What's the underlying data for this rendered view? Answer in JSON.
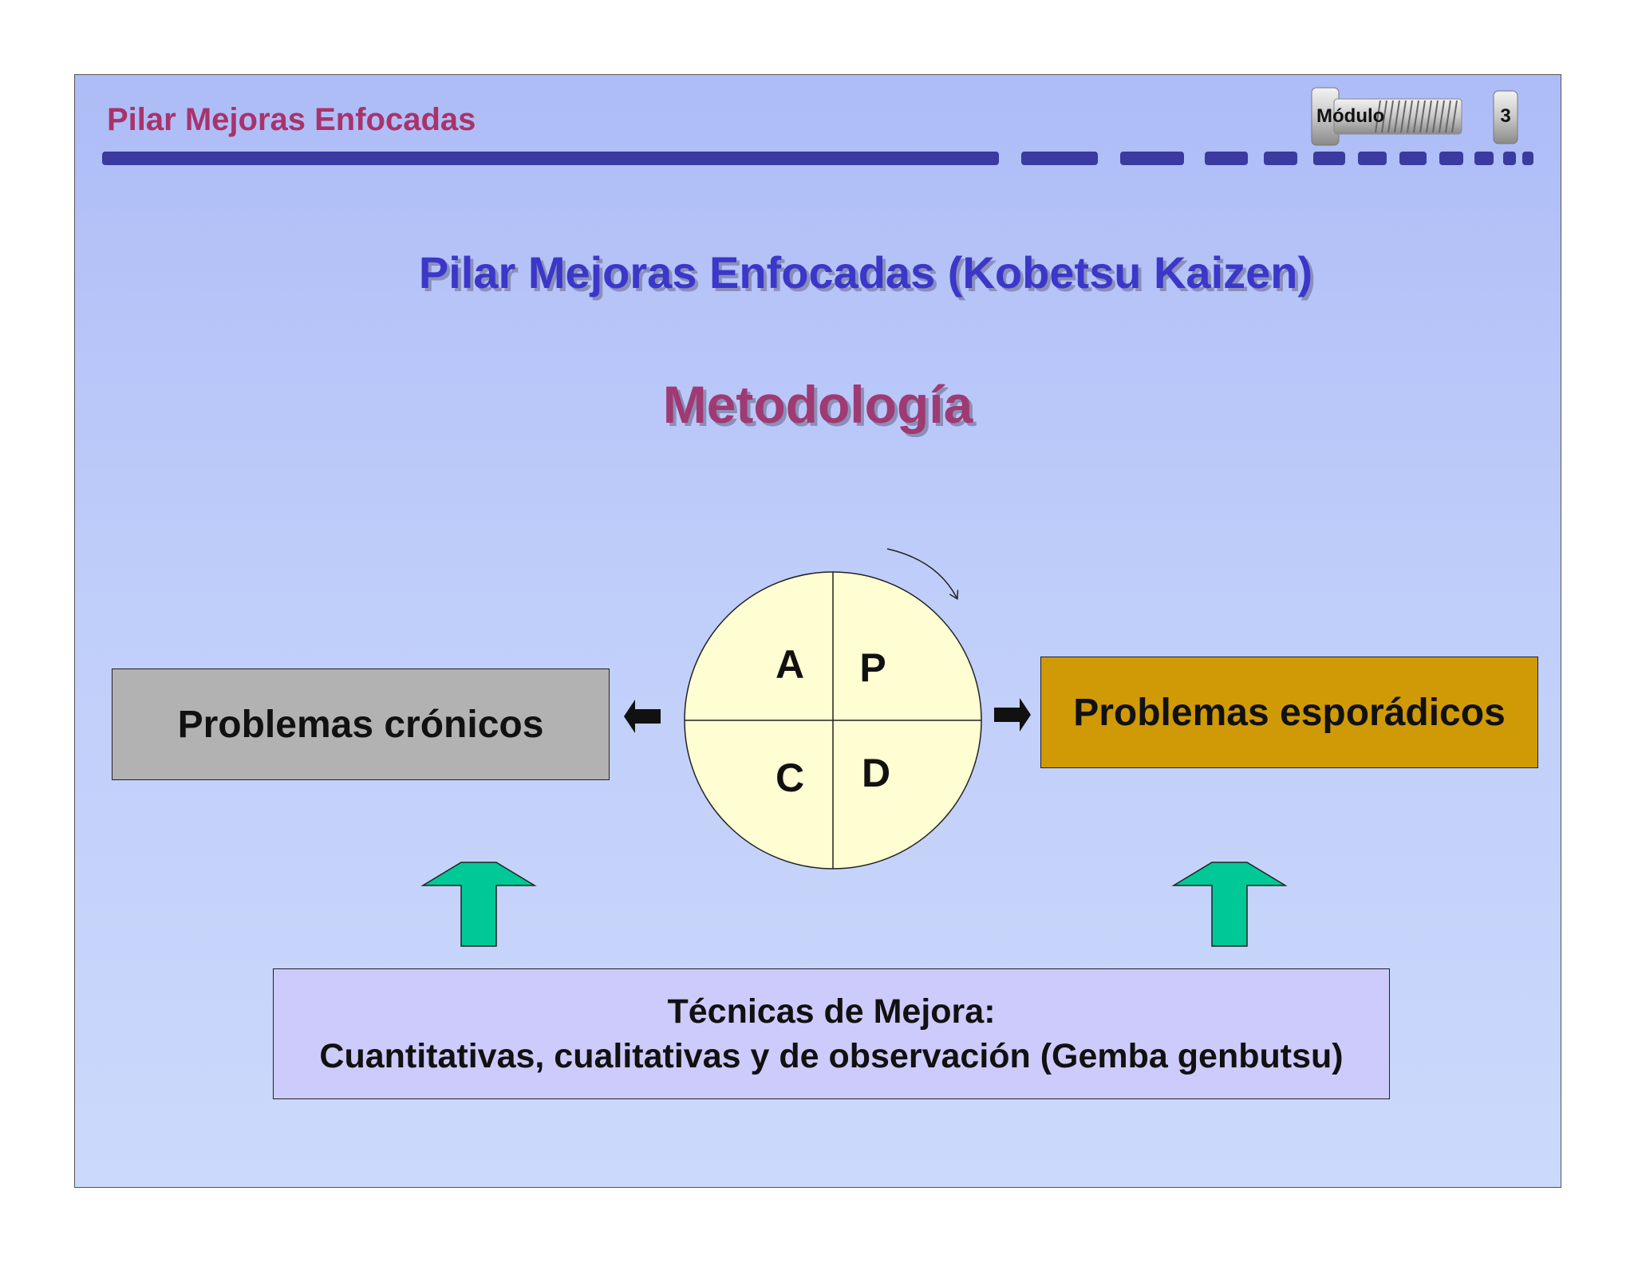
{
  "header": {
    "title": "Pilar Mejoras Enfocadas",
    "module_label": "Módulo",
    "module_number": "3"
  },
  "main_title": "Pilar Mejoras Enfocadas (Kobetsu Kaizen)",
  "subtitle": "Metodología",
  "cycle": {
    "quadrants": [
      "A",
      "P",
      "C",
      "D"
    ]
  },
  "left_box": "Problemas crónicos",
  "right_box": "Problemas esporádicos",
  "bottom_box": {
    "line1": "Técnicas de Mejora:",
    "line2": "Cuantitativas, cualitativas y de observación (Gemba genbutsu)"
  },
  "colors": {
    "header_text": "#a8336b",
    "header_rule": "#3a3aa0",
    "title_blue": "#3b37c9",
    "subtitle_magenta": "#a03a72",
    "chronic_box": "#b2b2b2",
    "sporadic_box": "#cf9a05",
    "techniques_box": "#cdcbfb",
    "circle_fill": "#fffdd2",
    "up_arrow": "#00c896"
  }
}
